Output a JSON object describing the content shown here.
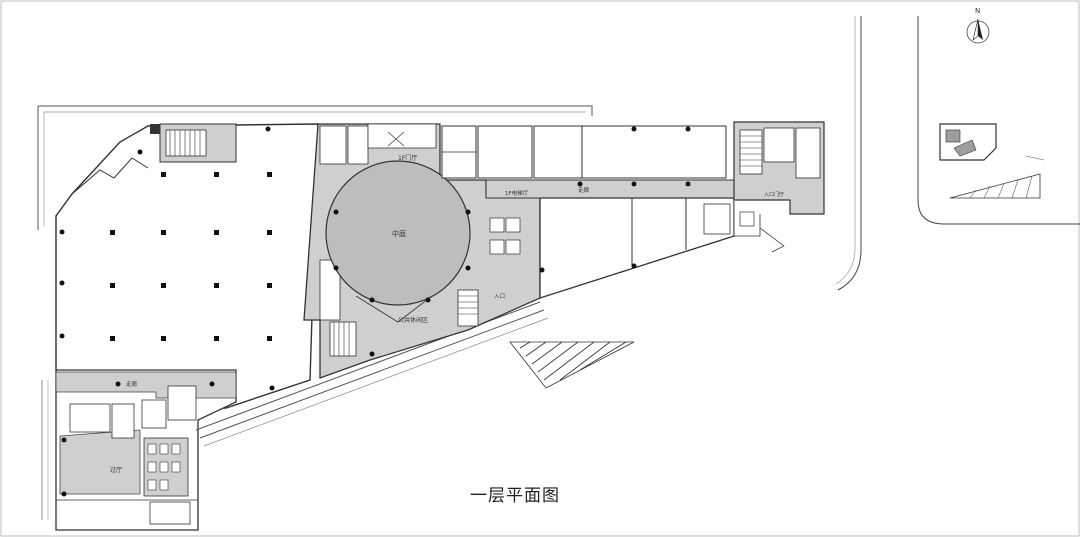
{
  "plan": {
    "title": "一层平面图",
    "north": "N",
    "labels": {
      "central_atrium": "中庭",
      "public_leisure": "公共休闲区",
      "main_entrance_hall": "1F门厅",
      "elevator_hall": "1F电梯厅",
      "corridor_east": "走廊",
      "corridor_west": "走廊",
      "lobby": "过厅",
      "side_entrance": "入口",
      "east_entrance": "入口门厅"
    }
  }
}
